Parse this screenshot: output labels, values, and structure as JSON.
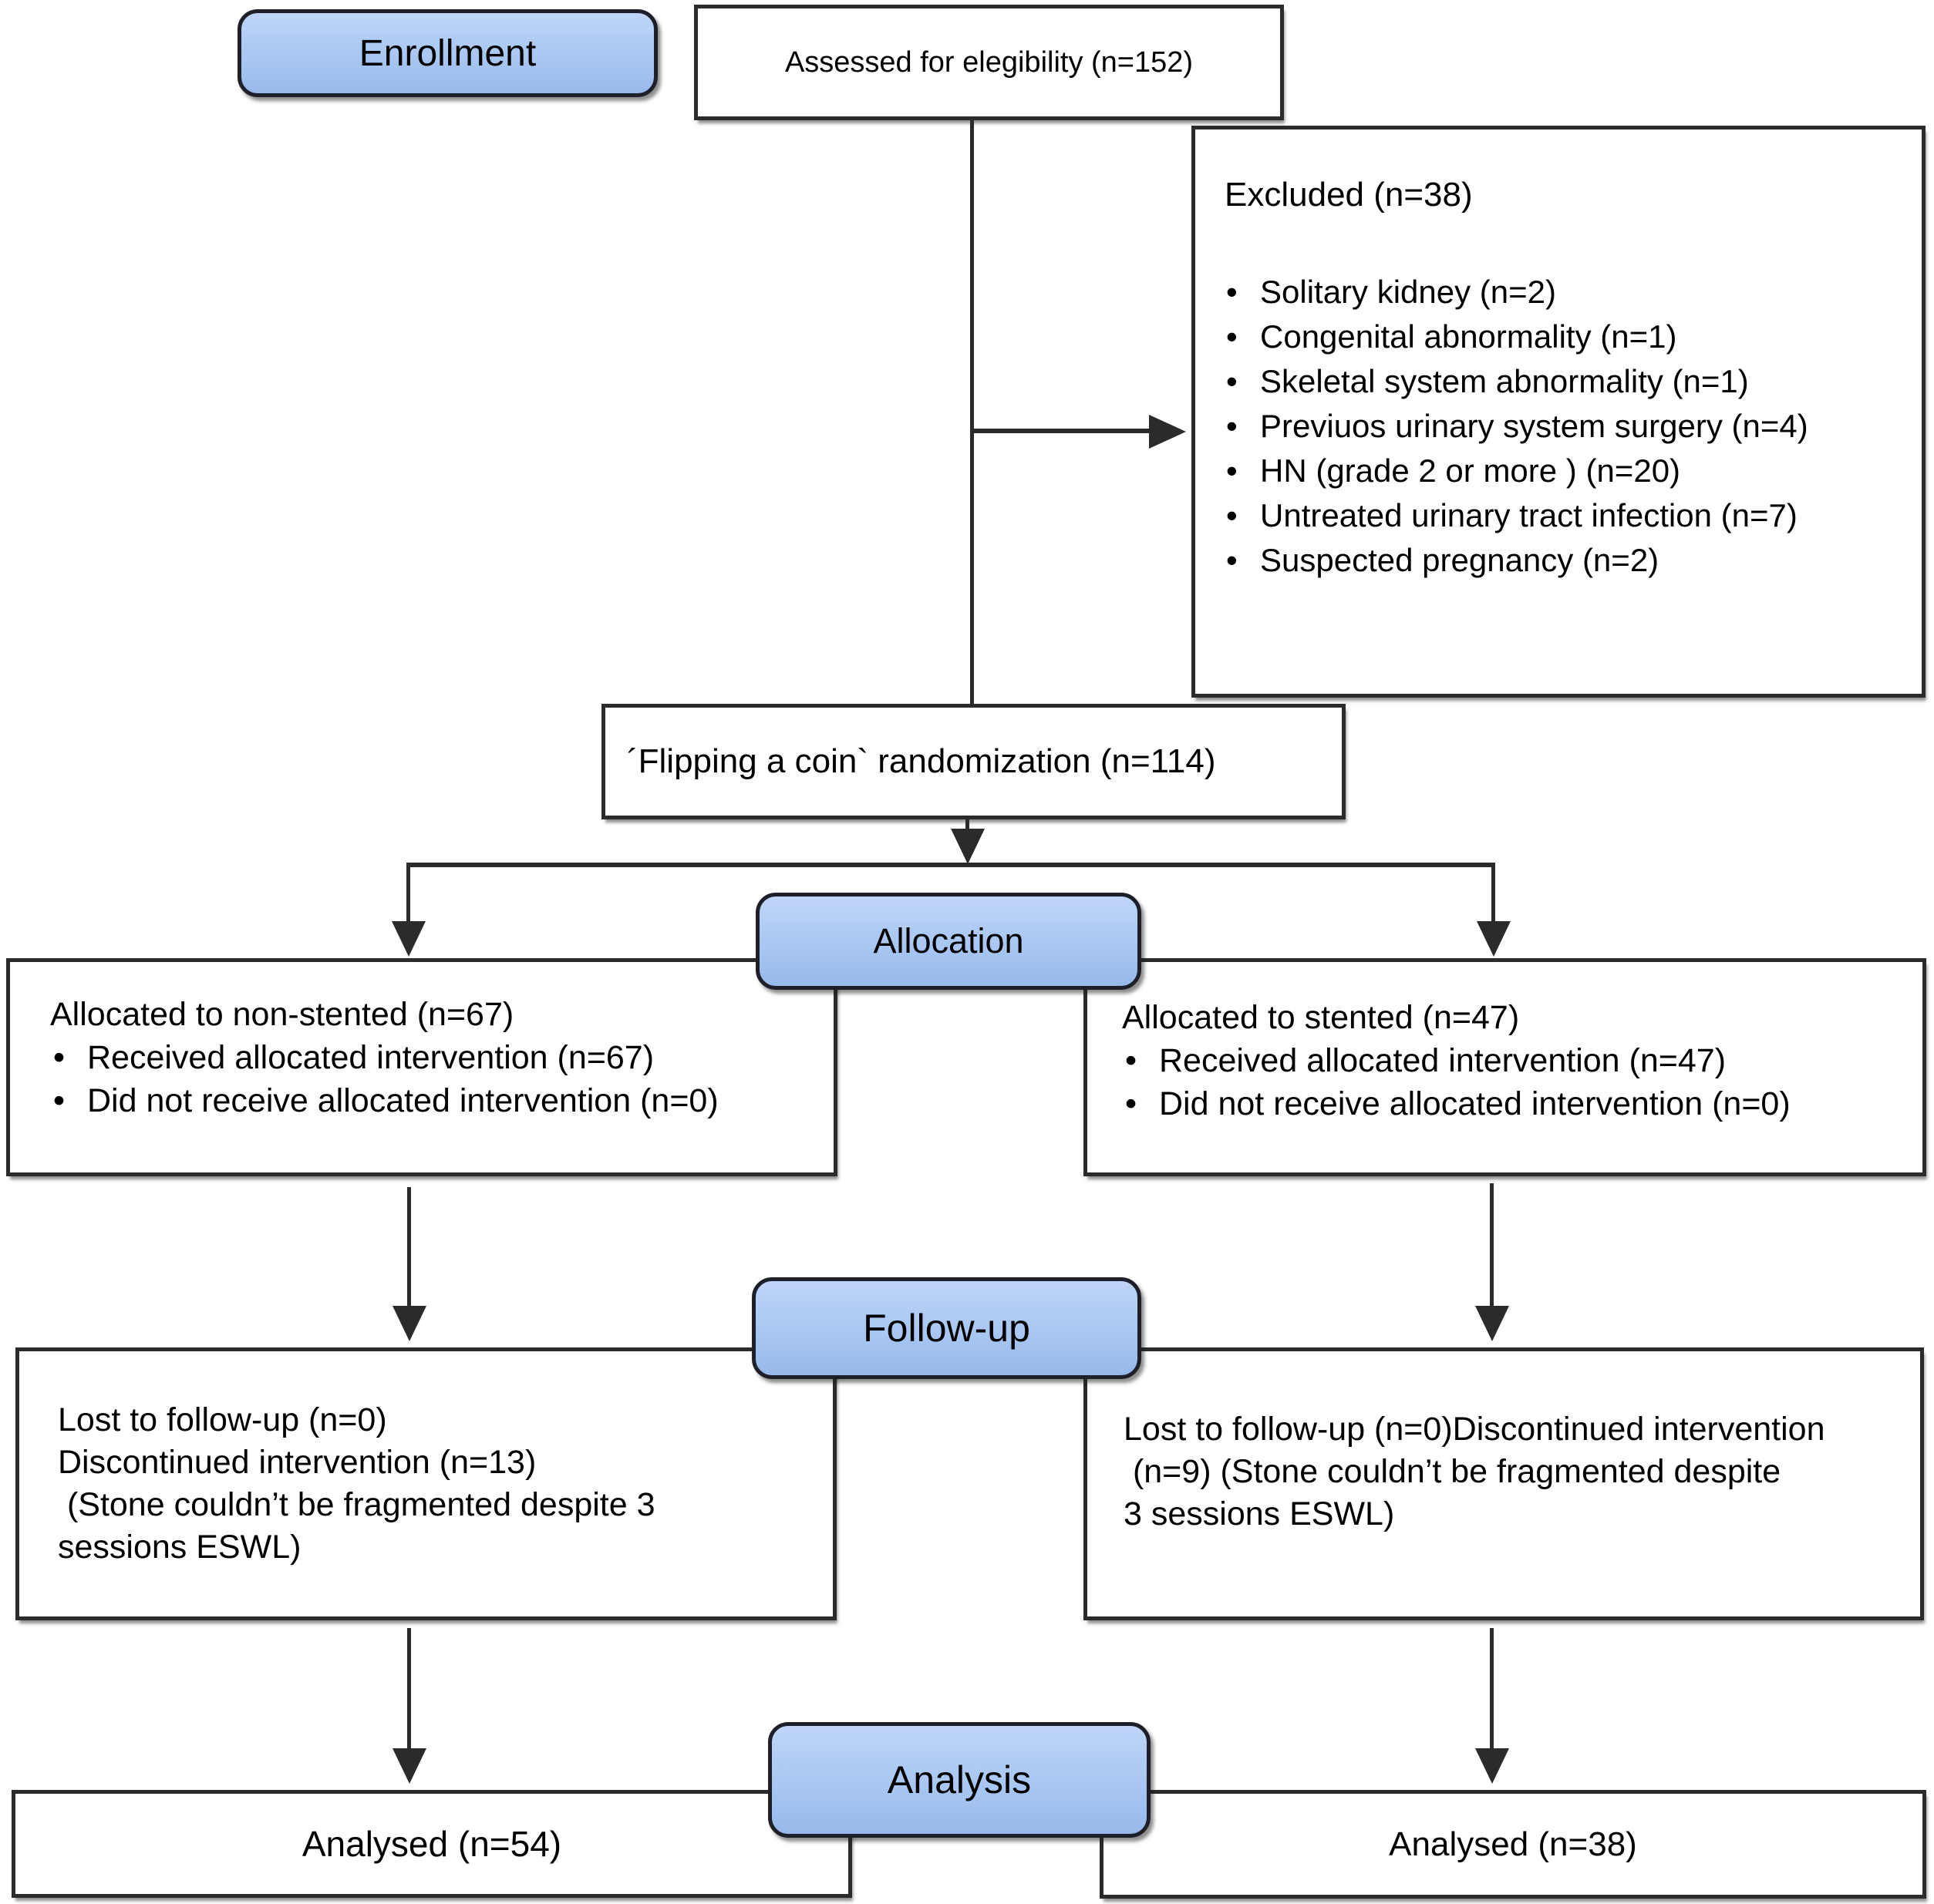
{
  "stages": {
    "enrollment_label": "Enrollment",
    "allocation_label": "Allocation",
    "followup_label": "Follow-up",
    "analysis_label": "Analysis"
  },
  "boxes": {
    "assessed": {
      "text": "Assessed for elegibility (n=152)"
    },
    "excluded": {
      "title": "Excluded (n=38)",
      "items": [
        "Solitary kidney (n=2)",
        "Congenital abnormality (n=1)",
        "Skeletal system abnormality (n=1)",
        "Previuos urinary system surgery (n=4)",
        "HN (grade 2 or more ) (n=20)",
        "Untreated urinary tract infection (n=7)",
        "Suspected pregnancy (n=2)"
      ]
    },
    "randomization": {
      "text": "´Flipping a coin` randomization (n=114)"
    },
    "alloc_left": {
      "title": "Allocated to non-stented (n=67)",
      "items": [
        "Received allocated intervention (n=67)",
        "Did not receive allocated intervention (n=0)"
      ]
    },
    "alloc_right": {
      "title": "Allocated to stented (n=47)",
      "items": [
        "Received allocated intervention (n=47)",
        "Did not receive allocated intervention (n=0)"
      ]
    },
    "followup_left": {
      "lines": [
        "Lost to follow-up (n=0)",
        "Discontinued intervention (n=13)",
        " (Stone couldn’t be fragmented despite 3",
        "sessions ESWL)"
      ]
    },
    "followup_right": {
      "lines": [
        "Lost to follow-up (n=0)Discontinued intervention",
        " (n=9) (Stone couldn’t be fragmented despite",
        "3 sessions ESWL)"
      ]
    },
    "analysed_left": {
      "text": "Analysed (n=54)"
    },
    "analysed_right": {
      "text": "Analysed (n=38)"
    }
  },
  "colors": {
    "badge_fill": "#aac8f2",
    "badge_border": "#1e2029",
    "box_border": "#2b2b2b",
    "line": "#2b2b2b",
    "text": "#000000",
    "background": "#ffffff"
  }
}
